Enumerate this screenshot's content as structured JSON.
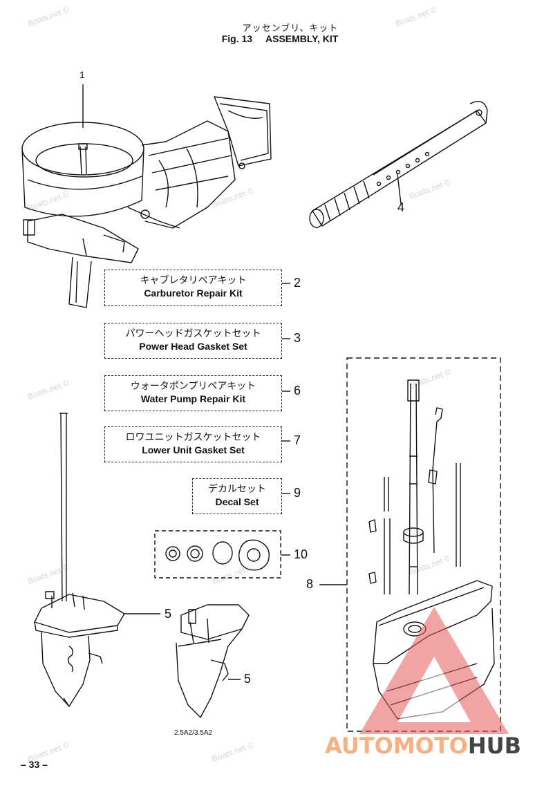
{
  "header": {
    "title_jp": "アッセンブリ、キット",
    "fig_label": "Fig. 13",
    "title_en": "ASSEMBLY, KIT"
  },
  "parts": {
    "p1": "1",
    "p4": "4",
    "p5a": "5",
    "p5b": "5",
    "p8": "8",
    "p10": "10"
  },
  "kits": [
    {
      "jp": "キャブレタリペアキット",
      "en": "Carburetor Repair Kit",
      "num": "2"
    },
    {
      "jp": "パワーヘッドガスケットセット",
      "en": "Power Head Gasket Set",
      "num": "3"
    },
    {
      "jp": "ウォータポンプリペアキット",
      "en": "Water Pump Repair Kit",
      "num": "6"
    },
    {
      "jp": "ロワユニットガスケットセット",
      "en": "Lower Unit Gasket Set",
      "num": "7"
    },
    {
      "jp": "デカルセット",
      "en": "Decal Set",
      "num": "9"
    }
  ],
  "model_note": "2.5A2/3.5A2",
  "page_number": "– 33 –",
  "watermark": "Boats.net ©",
  "logo": {
    "part1": "AUTOMOTO",
    "part2": "HUB",
    "color1": "#f4b183",
    "color2": "#444444",
    "triangle": "#e85a5a"
  }
}
